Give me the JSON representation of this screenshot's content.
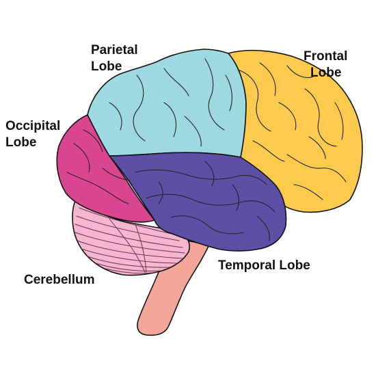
{
  "labels": {
    "parietal": [
      "Parietal",
      "Lobe"
    ],
    "frontal": [
      "Frontal",
      "Lobe"
    ],
    "occipital": [
      "Occipital",
      "Lobe"
    ],
    "temporal": "Temporal Lobe",
    "cerebellum": "Cerebellum"
  },
  "colors": {
    "frontal": "#fccb4e",
    "parietal": "#9ed8e0",
    "occipital": "#d9468f",
    "temporal": "#5c4fa6",
    "cerebellum": "#f4b7cd",
    "brainstem": "#f4a69b",
    "outline": "#111111",
    "label_text": "#111111"
  }
}
